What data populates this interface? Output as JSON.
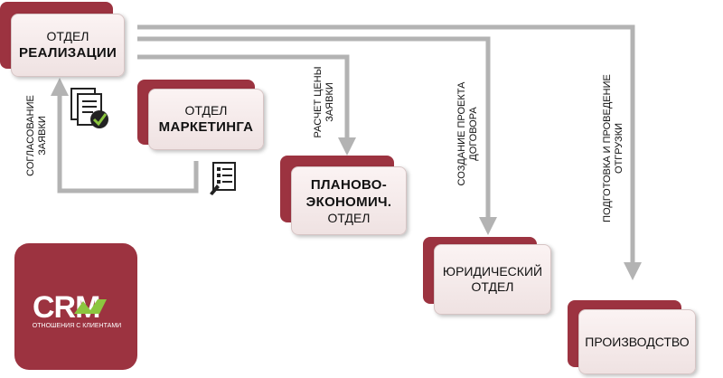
{
  "nodes": {
    "sales": {
      "line1": "ОТДЕЛ",
      "line2": "РЕАЛИЗАЦИИ"
    },
    "marketing": {
      "line1": "ОТДЕЛ",
      "line2": "МАРКЕТИНГА"
    },
    "planning": {
      "line1": "ПЛАНОВО-",
      "line2": "ЭКОНОМИЧ.",
      "line3": "ОТДЕЛ"
    },
    "legal": {
      "line1": "ЮРИДИЧЕСКИЙ",
      "line2": "ОТДЕЛ"
    },
    "production": {
      "line1": "ПРОИЗВОДСТВО"
    }
  },
  "labels": {
    "approval": {
      "l1": "СОГЛАСОВАНИЕ",
      "l2": "ЗАЯВКИ"
    },
    "price_calc": {
      "l1": "РАСЧЕТ ЦЕНЫ",
      "l2": "ЗАЯВКИ"
    },
    "contract": {
      "l1": "СОЗДАНИЕ ПРОЕКТА",
      "l2": "ДОГОВОРА"
    },
    "shipment": {
      "l1": "ПОДГОТОВКА И ПРОВЕДЕНИЕ",
      "l2": "ОТГРУЗКИ"
    }
  },
  "logo": {
    "mark": "CRM",
    "subtitle": "ОТНОШЕНИЯ С КЛИЕНТАМИ"
  },
  "icons": [
    "approved-document-icon",
    "checklist-document-icon"
  ],
  "colors": {
    "accent": "#9c3340",
    "arrow": "#b3b3b3",
    "box": "#f5ecec"
  }
}
